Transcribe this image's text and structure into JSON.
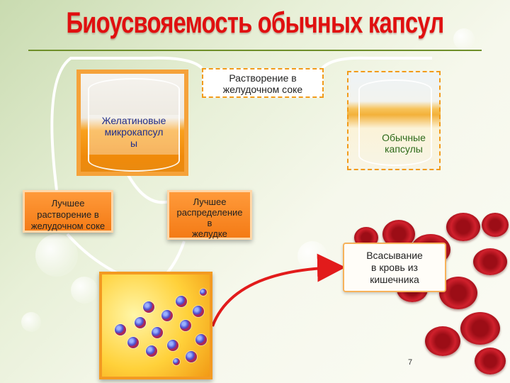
{
  "title": "Биоусвояемость обычных капсул",
  "labels": {
    "dissolution_stomach": [
      "Растворение в",
      "желудочном соке"
    ],
    "gelatin_microcapsules": [
      "Желатиновые",
      "микрокапсул",
      "ы"
    ],
    "ordinary_capsules": [
      "Обычные",
      "капсулы"
    ],
    "better_dissolution": [
      "Лучшее",
      "растворение в",
      "желудочном соке"
    ],
    "better_distribution": [
      "Лучшее",
      "распределение",
      "в",
      "желудке"
    ],
    "absorption_blood": [
      "Всасывание",
      "в кровь из",
      "кишечника"
    ]
  },
  "page_number": "7",
  "colors": {
    "title": "#e01010",
    "accent_orange": "#f47b16",
    "arrow_red": "#e21b1b",
    "rule_green": "#6f8f2a",
    "label_blue": "#1f2e8c",
    "label_green": "#2d6a1a"
  },
  "icons": {
    "gelatin_beaker": "beaker-icon",
    "ordinary_beaker": "beaker-icon",
    "molecules": "molecule-icon",
    "blood_cells": "blood-cell-icon"
  }
}
